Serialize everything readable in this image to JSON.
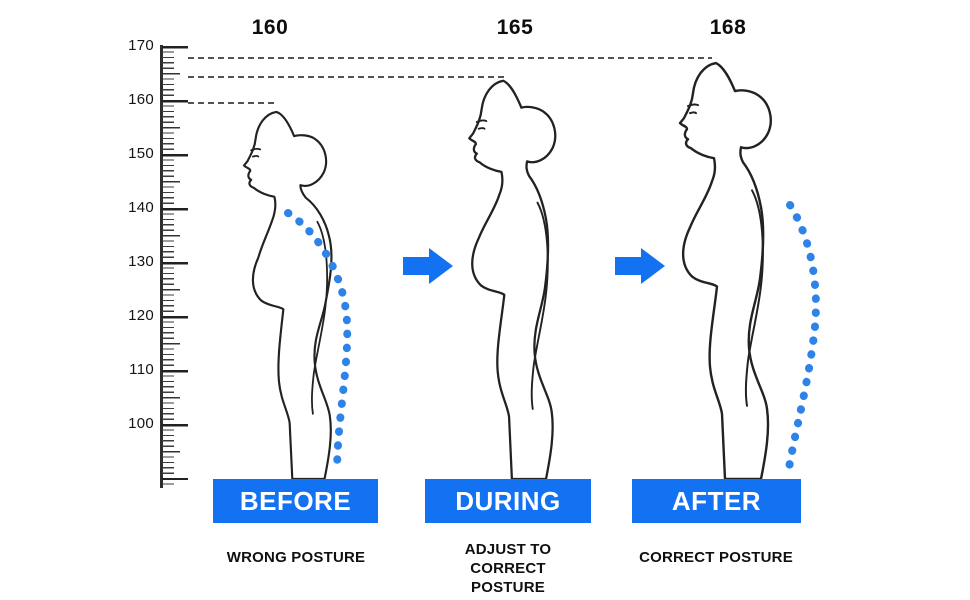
{
  "ruler": {
    "labels": [
      "170",
      "160",
      "150",
      "140",
      "130",
      "120",
      "110",
      "100"
    ]
  },
  "stages": [
    {
      "height_label": "160",
      "stage_label": "BEFORE",
      "caption": "WRONG POSTURE"
    },
    {
      "height_label": "165",
      "stage_label": "DURING",
      "caption": "ADJUST TO CORRECT POSTURE"
    },
    {
      "height_label": "168",
      "stage_label": "AFTER",
      "caption": "CORRECT POSTURE"
    }
  ],
  "icons": {
    "transition_arrow": "right-arrow",
    "spine_dots": "dotted-spine-curve"
  },
  "colors": {
    "accent_blue": "#1372f2",
    "spine_dot_blue": "#2e83e8",
    "line_black": "#1a1a1a",
    "background": "#ffffff"
  }
}
